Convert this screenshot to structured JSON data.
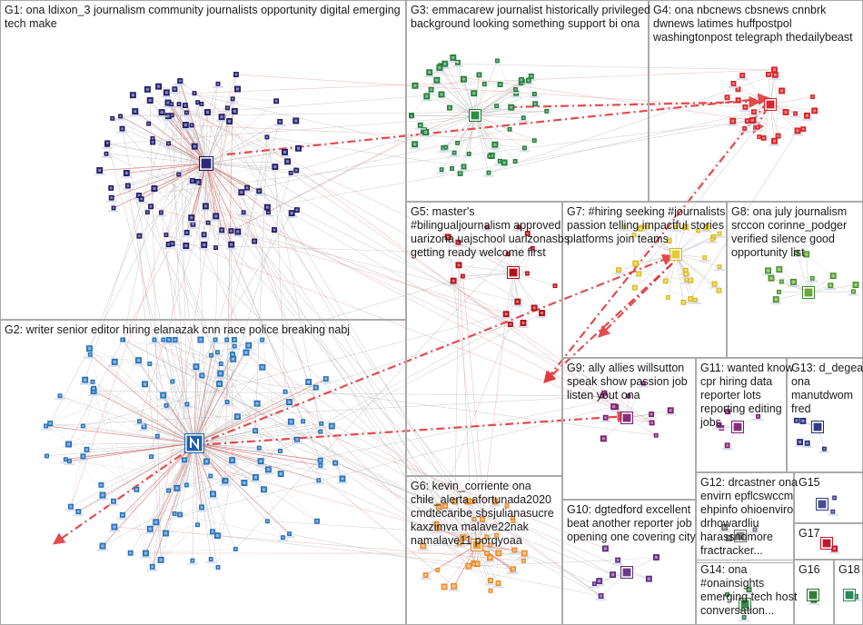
{
  "colors": {
    "G1": "#1f1a5e",
    "G2": "#1c6fb0",
    "G3": "#1e7a3a",
    "G4": "#d8262b",
    "G5": "#b3121b",
    "G6": "#e8842a",
    "G7": "#d6b81f",
    "G8": "#3a8a2a",
    "G9": "#7a1a6a",
    "G10": "#5a2b7a",
    "G11": "#7a1a6a",
    "G12": "#666666",
    "G13": "#222a6a",
    "G14": "#2a7a3a",
    "G15": "#3a3a8a",
    "G16": "#2a6a2a",
    "G17": "#c2162b",
    "G18": "#2a8a5a",
    "edge": "#b8b8b8",
    "interEdge": "#e0393e",
    "panelBorder": "#aaaaaa"
  },
  "groups": [
    {
      "id": "G1",
      "text": [
        "G1: ona ldixon_3 journalism community journalists opportunity digital emerging",
        "tech make"
      ]
    },
    {
      "id": "G2",
      "text": [
        "G2: writer senior editor hiring elanazak cnn race police breaking nabj"
      ]
    },
    {
      "id": "G3",
      "text": [
        "G3: emmacarew journalist historically privileged",
        "background looking something support bi ona"
      ]
    },
    {
      "id": "G4",
      "text": [
        "G4: ona nbcnews cbsnews cnnbrk",
        "dwnews latimes huffpostpol",
        "washingtonpost telegraph thedailybeast"
      ]
    },
    {
      "id": "G5",
      "text": [
        "G5: master's",
        "#bilingualjournalism approved",
        "uarizona uajschool uarizonasbs",
        "getting ready welcome first"
      ]
    },
    {
      "id": "G6",
      "text": [
        "G6: kevin_corriente ona",
        "chile_alerta afortunada2020",
        "cmdtecaribe sbsjulianasucre",
        "kaxzimva malave22nak",
        "namalave11 porqyoaa"
      ]
    },
    {
      "id": "G7",
      "text": [
        "G7: #hiring seeking #journalists",
        "passion telling impactful stories",
        "platforms join teams"
      ]
    },
    {
      "id": "G8",
      "text": [
        "G8: ona july journalism",
        "srccon corinne_podger",
        "verified silence good",
        "opportunity list"
      ]
    },
    {
      "id": "G9",
      "text": [
        "G9: ally allies willsutton",
        "speak show passion job",
        "listen yout ona"
      ]
    },
    {
      "id": "G10",
      "text": [
        "G10: dgtedford excellent",
        "beat another reporter job",
        "opening one covering city"
      ]
    },
    {
      "id": "G11",
      "text": [
        "G11: wanted know",
        "cpr hiring data",
        "reporter lots",
        "reporting editing",
        "jobs"
      ]
    },
    {
      "id": "G12",
      "text": [
        "G12: drcastner ona",
        "envirn epflcswccm",
        "ehpinfo ohioenviro",
        "drhowardliu",
        "harassnomore",
        "fractracker..."
      ]
    },
    {
      "id": "G13",
      "text": [
        "G13: d_degea",
        "ona",
        "manutdwom",
        "fred"
      ]
    },
    {
      "id": "G14",
      "text": [
        "G14: ona",
        "#onainsights",
        "emerging tech host",
        "conversation..."
      ]
    },
    {
      "id": "G15",
      "text": [
        "G15"
      ]
    },
    {
      "id": "G16",
      "text": [
        "G16"
      ]
    },
    {
      "id": "G17",
      "text": [
        "G17"
      ]
    },
    {
      "id": "G18",
      "text": [
        "G18"
      ]
    }
  ]
}
